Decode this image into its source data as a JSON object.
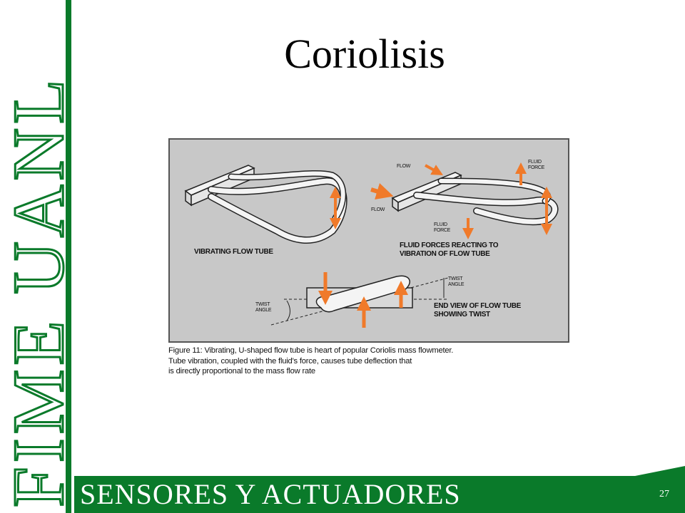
{
  "slide": {
    "title": "Coriolisis",
    "side_brand": "FIME UANL",
    "footer_title": "SENSORES Y ACTUADORES",
    "page_number": "27",
    "colors": {
      "brand_green": "#0a7a2a",
      "figure_bg": "#c8c8c8",
      "arrow_orange": "#f07a2a"
    }
  },
  "figure": {
    "labels": {
      "flow_top": "FLOW",
      "flow_bottom": "FLOW",
      "fluid_force_top": "FLUID FORCE",
      "fluid_force_bottom": "FLUID FORCE",
      "vibrating": "VIBRATING FLOW TUBE",
      "reacting_line1": "FLUID FORCES REACTING TO",
      "reacting_line2": "VIBRATION OF FLOW TUBE",
      "twist_angle_right": "TWIST ANGLE",
      "twist_angle_left": "TWIST ANGLE",
      "end_view_line1": "END VIEW OF FLOW TUBE",
      "end_view_line2": "SHOWING TWIST"
    },
    "caption": [
      "Figure 11: Vibrating, U-shaped flow tube is heart of popular Coriolis mass flowmeter.",
      "Tube vibration, coupled with the fluid's force, causes tube deflection that",
      "is directly proportional to the mass flow rate"
    ]
  }
}
